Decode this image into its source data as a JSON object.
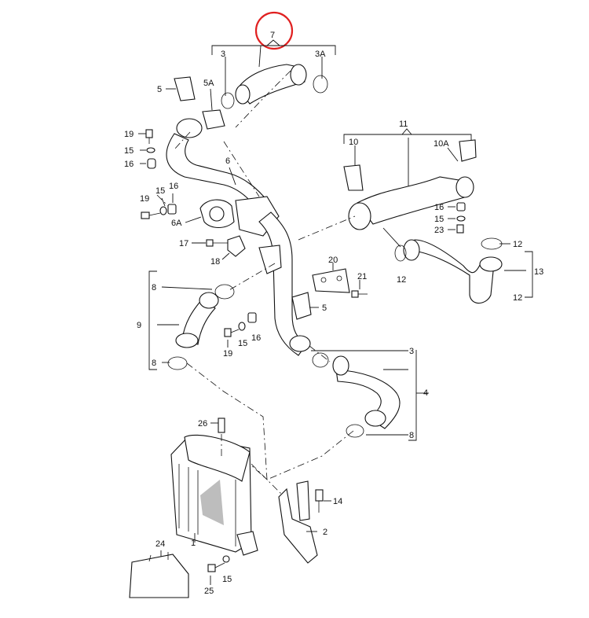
{
  "labels": {
    "p7": "7",
    "p3_top": "3",
    "p3A": "3A",
    "p5_top": "5",
    "p5A": "5A",
    "p19_a": "19",
    "p15_a": "15",
    "p16_a": "16",
    "p6": "6",
    "p19_b": "19",
    "p15_b": "15",
    "p16_b": "16",
    "p6A": "6A",
    "p17": "17",
    "p18": "18",
    "p11": "11",
    "p10": "10",
    "p10A": "10A",
    "p16_c": "16",
    "p15_c": "15",
    "p23": "23",
    "p12_a": "12",
    "p12_b": "12",
    "p13": "13",
    "p12_c": "12",
    "p20": "20",
    "p21": "21",
    "p5_mid": "5",
    "p8_a": "8",
    "p9": "9",
    "p8_b": "8",
    "p19_c": "19",
    "p15_d": "15",
    "p16_d": "16",
    "p3_mid": "3",
    "p4": "4",
    "p8_c": "8",
    "p26": "26",
    "p14": "14",
    "p2": "2",
    "p1": "1",
    "p24": "24",
    "p25": "25",
    "p15_e": "15"
  },
  "highlight": {
    "target": "7",
    "color": "#e02020"
  }
}
